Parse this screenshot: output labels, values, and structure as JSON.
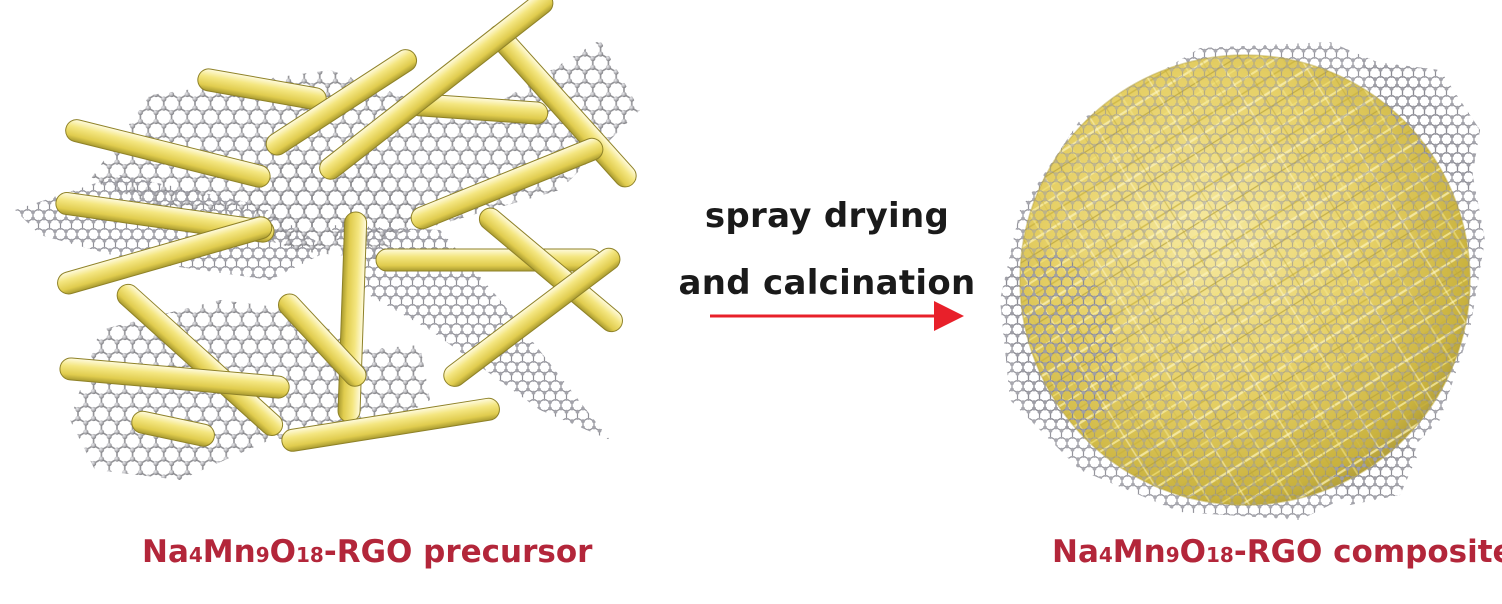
{
  "process": {
    "step_line1": "spray drying",
    "step_line2": "and calcination"
  },
  "precursor": {
    "label_prefix": "Na",
    "label_n1": "4",
    "label_mid1": "Mn",
    "label_n2": "9",
    "label_mid2": "O",
    "label_n3": "18",
    "label_suffix": "-RGO precursor"
  },
  "composite": {
    "label_prefix": "Na",
    "label_n1": "4",
    "label_mid1": "Mn",
    "label_n2": "9",
    "label_mid2": "O",
    "label_n3": "18",
    "label_suffix": "-RGO composite"
  },
  "colors": {
    "rod": "#f2e27a",
    "rod_shadow": "#a89a30",
    "rod_highlight": "#fffbe0",
    "graphene_atom": "#a9a9ad",
    "graphene_bond": "#8c8c90",
    "arrow": "#e8202a",
    "caption": "#b3263a",
    "sphere_fill": "#e8d36a"
  },
  "icons": {
    "arrow": "right-arrow",
    "rod": "nanorod-cylinder",
    "sheet": "graphene-sheet",
    "sphere": "microsphere"
  }
}
